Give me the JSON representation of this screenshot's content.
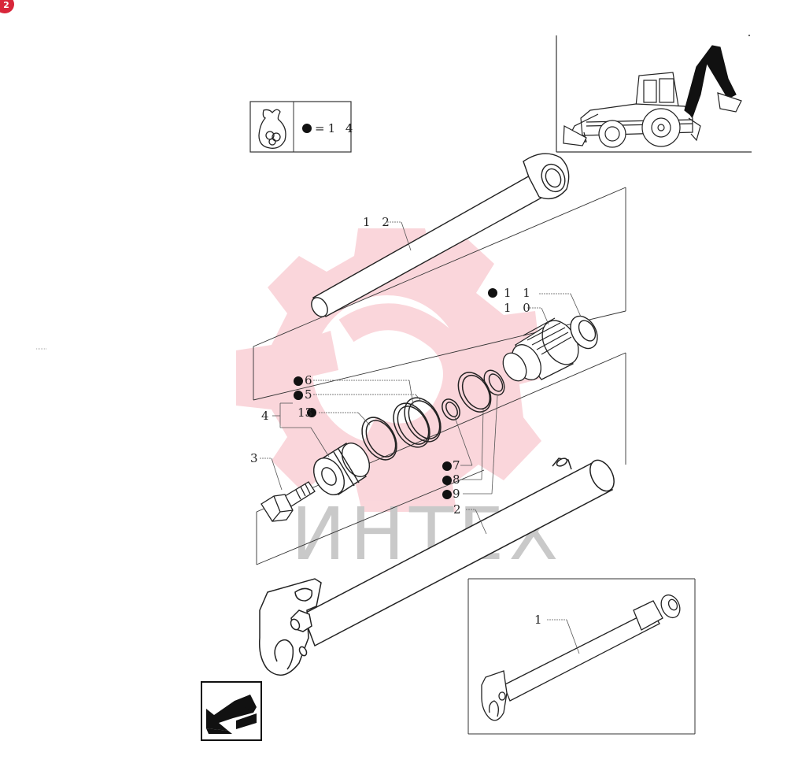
{
  "corner_badge": "2",
  "kit": {
    "equals_text": "=1 4",
    "icon": "seal-kit-bag-icon"
  },
  "watermark": {
    "text": "ИНТЕХ",
    "icon": "gear-logo-watermark"
  },
  "labels": {
    "l1": "1",
    "l2": "2",
    "l3": "3",
    "l4": "4",
    "l5": "5",
    "l6": "6",
    "l7": "7",
    "l8": "8",
    "l9": "9",
    "l10": "1 0",
    "l11": "1 1",
    "l12": "1 2",
    "l13": "13"
  },
  "nav": {
    "icon": "previous-page-arrow-icon"
  },
  "machine": {
    "icon": "backhoe-loader-icon"
  }
}
